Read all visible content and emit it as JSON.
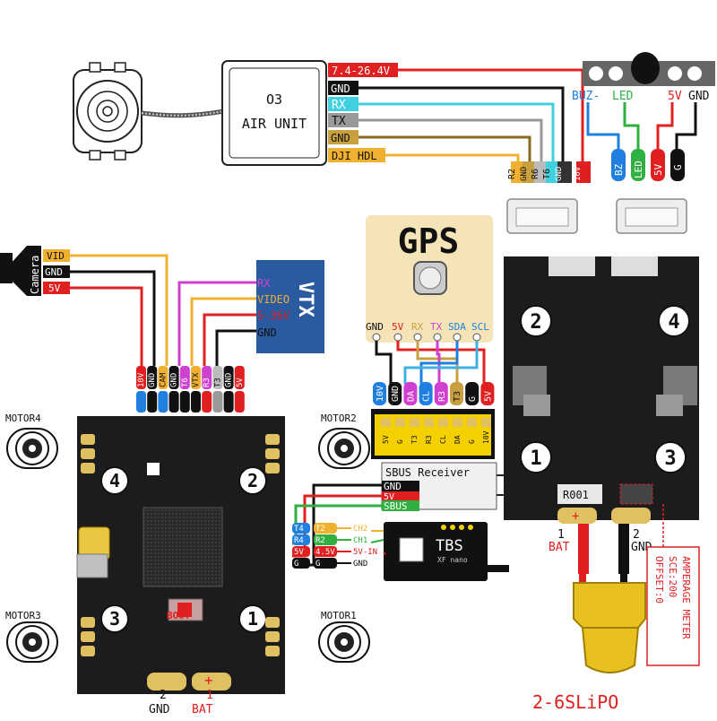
{
  "air_unit": {
    "line1": "O3",
    "line2": "AIR UNIT"
  },
  "air_unit_wires": [
    "7.4-26.4V",
    "GND",
    "RX",
    "TX",
    "GND",
    "DJI HDL"
  ],
  "air_unit_pads": [
    "R2",
    "GND",
    "R6",
    "T6",
    "GND",
    "10V"
  ],
  "buzzer_led_header": {
    "label1": "BUZ-",
    "label2": "LED",
    "label3": "5V",
    "label4": "GND"
  },
  "buzzer_led_pads": [
    "BZ",
    "LED",
    "5V",
    "G"
  ],
  "camera": {
    "label": "Camera",
    "wires": [
      "VID",
      "GND",
      "5V"
    ]
  },
  "vtx": {
    "title": "VTX",
    "wires": [
      "RX",
      "VIDEO",
      "5-36V",
      "GND"
    ]
  },
  "fc_top_pads": [
    "10V",
    "GND",
    "CAM",
    "GND",
    "T6",
    "VTX",
    "R3",
    "T3",
    "GND",
    "5V"
  ],
  "gps": {
    "title": "GPS",
    "pins": [
      "GND",
      "5V",
      "RX",
      "TX",
      "SDA",
      "SCL"
    ]
  },
  "esc_header_pads": [
    "10V",
    "GND",
    "DA",
    "CL",
    "R3",
    "T3",
    "G",
    "5V"
  ],
  "esc_connector_labels": [
    "5V",
    "G",
    "T3",
    "R3",
    "CL",
    "DA",
    "G",
    "10V"
  ],
  "fc_motor_numbers": [
    "4",
    "2",
    "3",
    "1"
  ],
  "motors": [
    "MOTOR4",
    "MOTOR2",
    "MOTOR3",
    "MOTOR1"
  ],
  "sbus": {
    "title": "SBUS Receiver",
    "wires": [
      "GND",
      "5V",
      "SBUS"
    ]
  },
  "tbs": {
    "brand": "TBS",
    "model": "XF nano"
  },
  "fc_rx_pads": {
    "left": [
      "T4",
      "R4",
      "5V",
      "G"
    ],
    "right": [
      "T2",
      "R2",
      "4.5V",
      "G"
    ],
    "wires": [
      "CH2",
      "CH1",
      "5V-IN",
      "GND"
    ]
  },
  "boot_label": "BOOT",
  "fc_power": {
    "gnd_num": "2",
    "gnd": "GND",
    "bat_num": "1",
    "bat": "BAT"
  },
  "esc_motor_numbers": [
    "2",
    "4",
    "1",
    "3"
  ],
  "esc_power": {
    "bat_num": "1",
    "bat": "BAT",
    "gnd_num": "2",
    "gnd": "GND",
    "resistor": "R001"
  },
  "amperage_meter": {
    "title": "AMPERAGE METER",
    "scale": "SCE:200",
    "offset": "OFFSET:0"
  },
  "lipo_label": "2-6SLiPO",
  "colors": {
    "red": "#e02020",
    "yellow": "#f0b030",
    "cyan": "#40d0e0",
    "green": "#30b040",
    "blue": "#2080e0",
    "magenta": "#d040d0",
    "board": "#1c1c1c",
    "gps": "#f4e4b8",
    "vtx": "#2a5aa0"
  }
}
